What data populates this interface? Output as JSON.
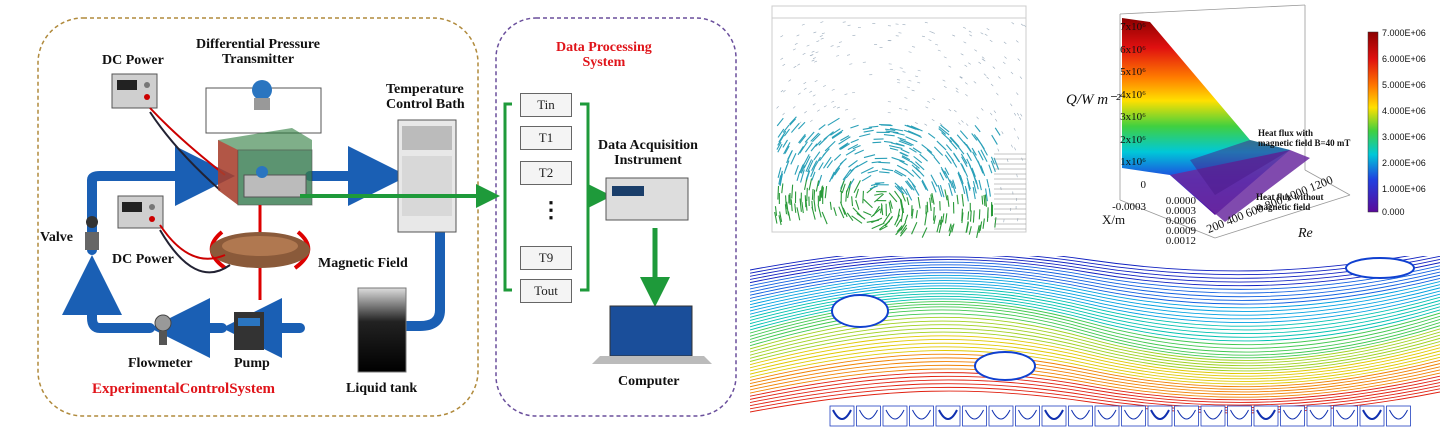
{
  "setup": {
    "labels": {
      "dc_power_top": "DC Power",
      "dpt": "Differential Pressure\nTransmitter",
      "temp_bath": "Temperature\nControl Bath",
      "valve": "Valve",
      "dc_power_bottom": "DC Power",
      "magnetic_field": "Magnetic Field",
      "flowmeter": "Flowmeter",
      "pump": "Pump",
      "liquid_tank": "Liquid tank",
      "system_title": "ExperimentalControlSystem"
    },
    "processing": {
      "title": "Data Processing\nSystem",
      "sensors": [
        "Tin",
        "T1",
        "T2",
        "T9",
        "Tout"
      ],
      "ellipsis": "⋮",
      "daq": "Data Acquisition\nInstrument",
      "computer": "Computer"
    },
    "colors": {
      "flow_arrow": "#1a5fb4",
      "signal_arrow": "#1e9a3a",
      "title_red": "#e0141a",
      "frame_gold": "#b08a3c",
      "frame_purple": "#6a4f9c"
    }
  },
  "plot3d": {
    "y_ticks": [
      "7x10⁶",
      "6x10⁶",
      "5x10⁶",
      "4x10⁶",
      "3x10⁶",
      "2x10⁶",
      "1x10⁶",
      "0",
      "-0.0003"
    ],
    "y_label": "Q/W m⁻²",
    "x_label": "X/m",
    "x_ticks": [
      "0.0000",
      "0.0003",
      "0.0006",
      "0.0009",
      "0.0012"
    ],
    "re_label": "Re",
    "re_ticks": [
      "200",
      "400",
      "600",
      "800",
      "1000",
      "1200"
    ],
    "annotation_with": "Heat flux with\nmagnetic field B=40 mT",
    "annotation_without": "Heat flux without\nmagnetic field",
    "colorbar": [
      "7.000E+06",
      "6.000E+06",
      "5.000E+06",
      "4.000E+06",
      "3.000E+06",
      "2.000E+06",
      "1.000E+06",
      "0.000"
    ]
  }
}
